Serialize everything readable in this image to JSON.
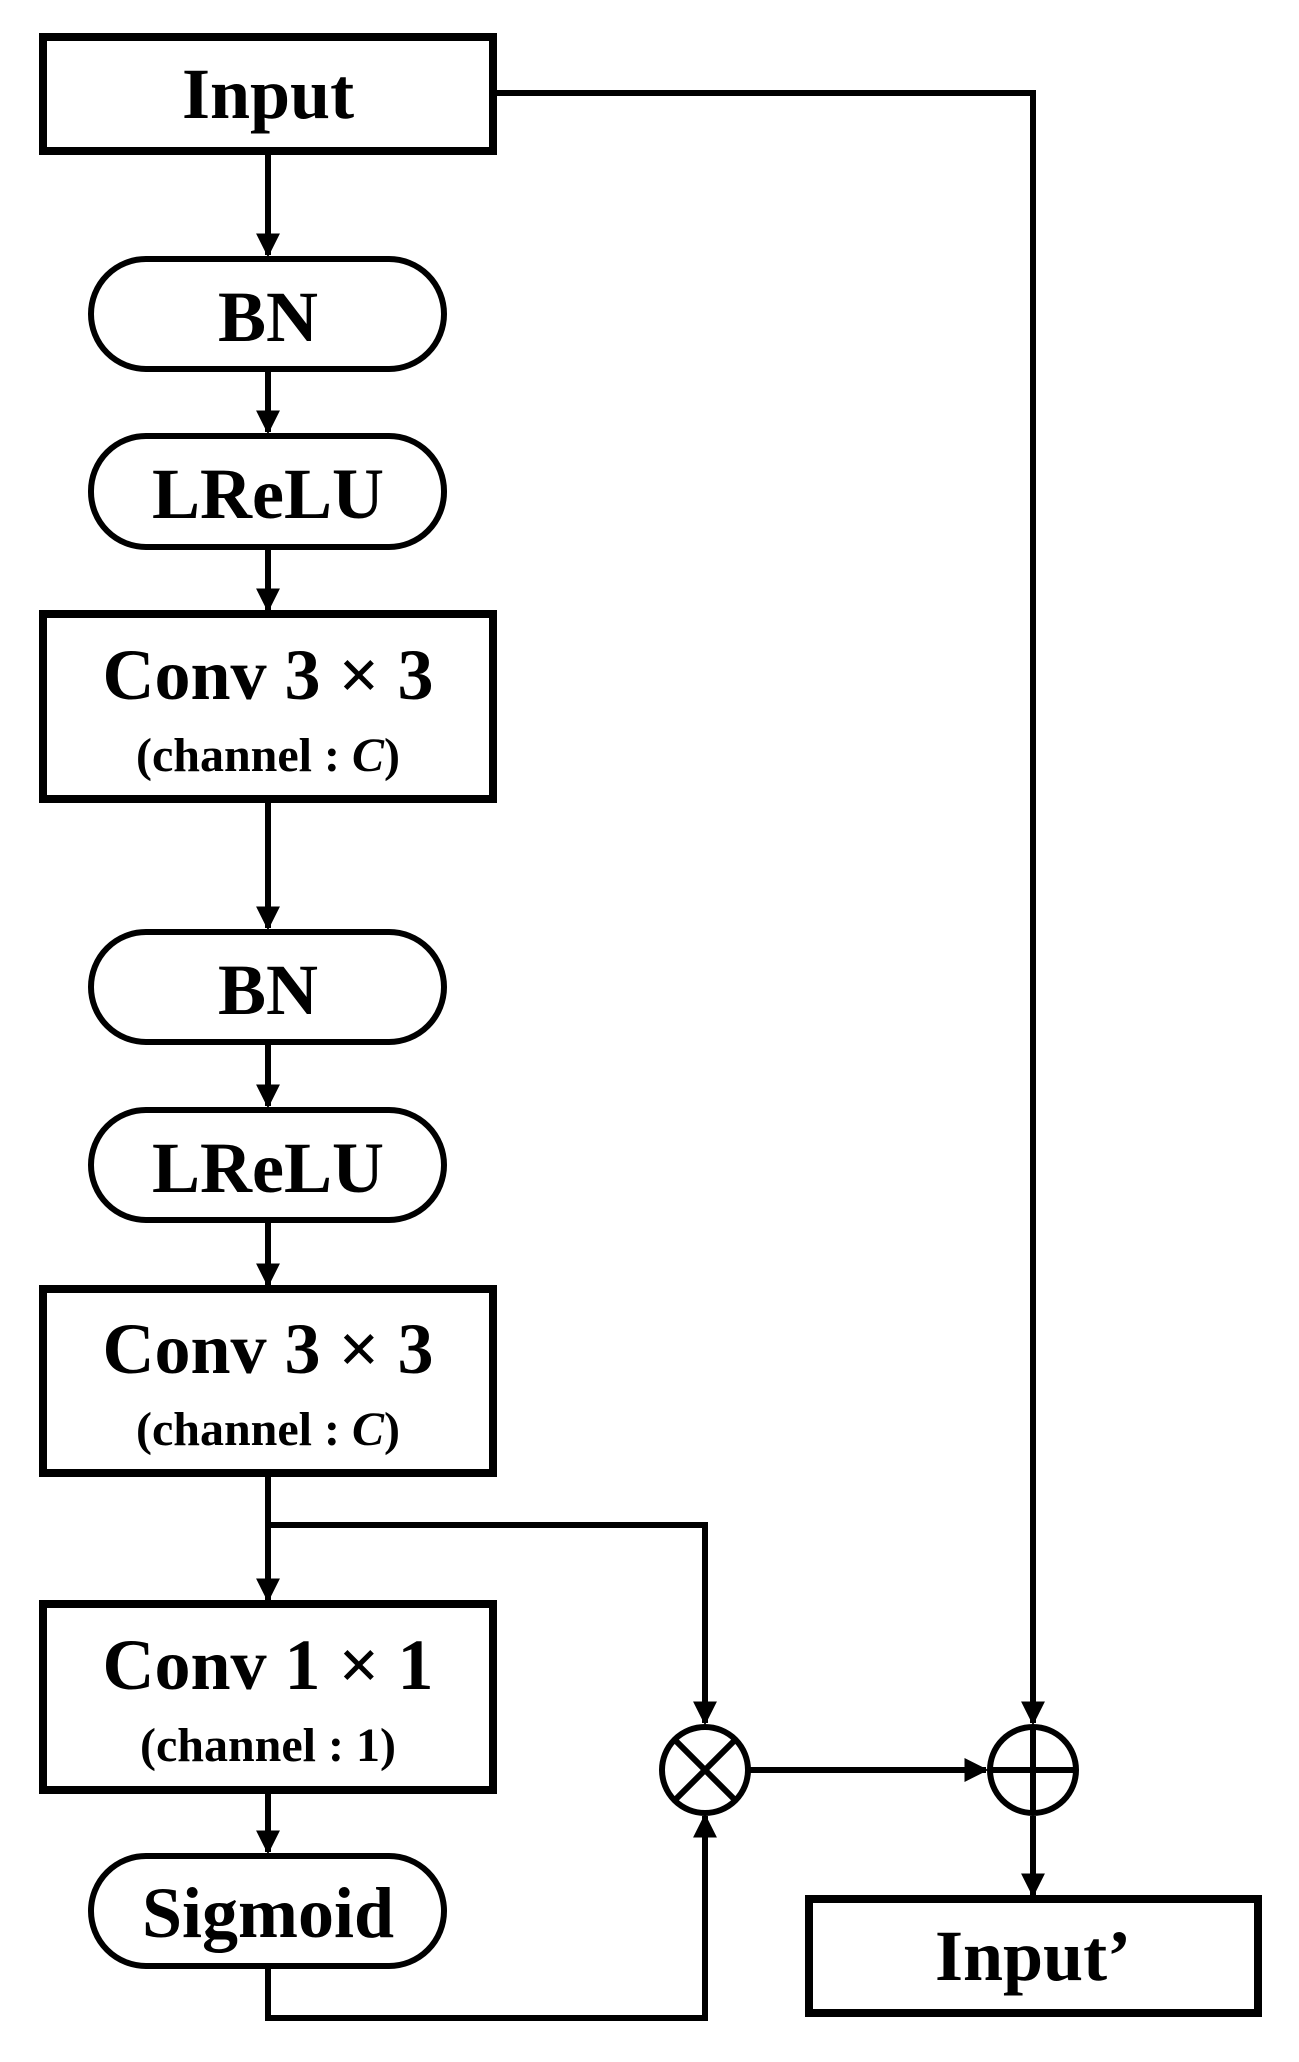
{
  "diagram": {
    "colors": {
      "stroke": "#000000",
      "fill": "#ffffff",
      "text": "#000000"
    },
    "nodes": {
      "input": {
        "label": "Input"
      },
      "bn_1": {
        "label": "BN"
      },
      "lrelu_1": {
        "label": "LReLU"
      },
      "conv_1": {
        "title": "Conv 3 × 3",
        "sub_prefix": "(channel : ",
        "sub_var": "C",
        "sub_suffix": ")"
      },
      "bn_2": {
        "label": "BN"
      },
      "lrelu_2": {
        "label": "LReLU"
      },
      "conv_2": {
        "title": "Conv 3 × 3",
        "sub_prefix": "(channel : ",
        "sub_var": "C",
        "sub_suffix": ")"
      },
      "conv_3": {
        "title": "Conv 1 × 1",
        "sub": "(channel : 1)"
      },
      "sigmoid": {
        "label": "Sigmoid"
      },
      "output": {
        "label": "Input’"
      }
    },
    "operators": {
      "multiply": {
        "symbol": "multiply-icon"
      },
      "add": {
        "symbol": "plus-icon"
      }
    },
    "edges": [
      {
        "from": "input",
        "to": "bn_1"
      },
      {
        "from": "bn_1",
        "to": "lrelu_1"
      },
      {
        "from": "lrelu_1",
        "to": "conv_1"
      },
      {
        "from": "conv_1",
        "to": "bn_2"
      },
      {
        "from": "bn_2",
        "to": "lrelu_2"
      },
      {
        "from": "lrelu_2",
        "to": "conv_2"
      },
      {
        "from": "conv_2",
        "to": "conv_3"
      },
      {
        "from": "conv_2",
        "to": "multiply"
      },
      {
        "from": "conv_3",
        "to": "sigmoid"
      },
      {
        "from": "sigmoid",
        "to": "multiply"
      },
      {
        "from": "multiply",
        "to": "add"
      },
      {
        "from": "input",
        "to": "add"
      },
      {
        "from": "add",
        "to": "output"
      }
    ]
  }
}
